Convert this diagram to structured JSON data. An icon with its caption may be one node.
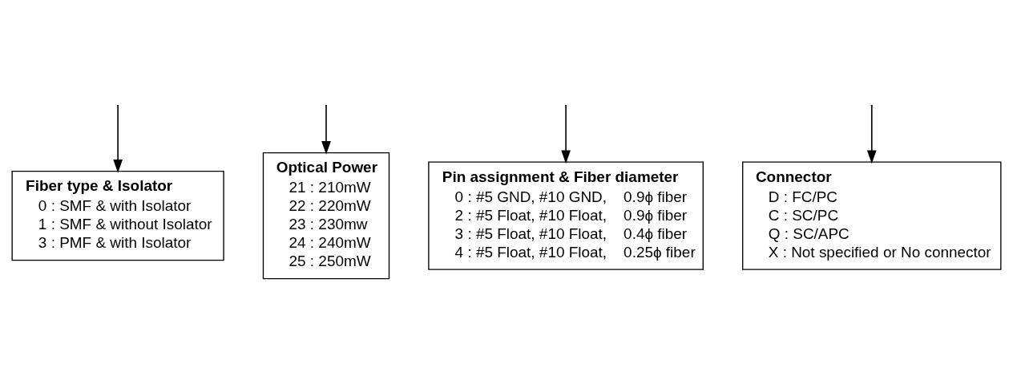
{
  "diagram": {
    "nodes": [
      {
        "text": [
          "Fiber type & Isolator",
          "0 : SMF & with Isolator",
          "1 : SMF & without Isolator",
          "3 : PMF & with Isolator"
        ]
      },
      {
        "text": [
          "Optical Power",
          "21 : 210mW",
          "22 : 220mW",
          "23 : 230mw",
          "24 : 240mW",
          "25 : 250mW"
        ]
      },
      {
        "text": [
          "Pin assignment & Fiber diameter",
          "0 : #5 GND, #10 GND,    0.9ϕ fiber",
          "2 : #5 Float, #10 Float,    0.9ϕ fiber",
          "3 : #5 Float, #10 Float,    0.4ϕ fiber",
          "4 : #5 Float, #10 Float,    0.25ϕ fiber"
        ]
      },
      {
        "text": [
          "Connector",
          "D : FC/PC",
          "C : SC/PC",
          "Q : SC/APC",
          "X : Not specified or No connector"
        ]
      }
    ],
    "edges": [
      {
        "from": null,
        "to": 0,
        "arrow": "to"
      },
      {
        "from": null,
        "to": 2,
        "arrow": "to"
      },
      {
        "from": null,
        "to": 1,
        "arrow": "to"
      },
      {
        "from": null,
        "to": 3,
        "arrow": "to"
      }
    ]
  }
}
